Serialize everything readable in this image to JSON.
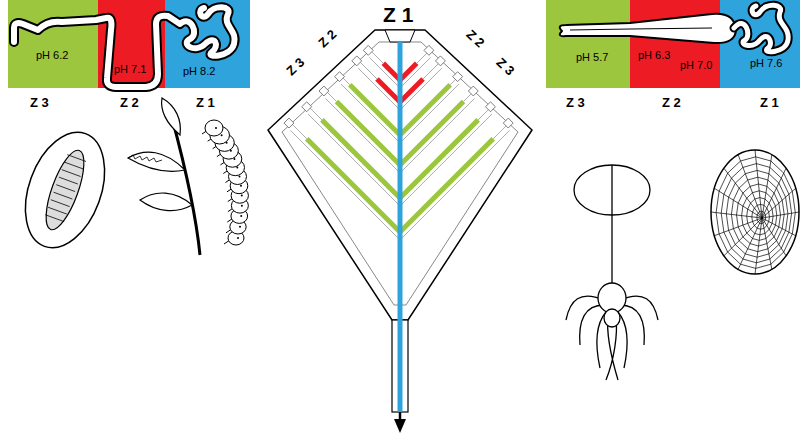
{
  "diagram": {
    "nodes": [
      {
        "text": [
          "pH 6.2"
        ]
      },
      {
        "text": [
          "pH 7.1"
        ]
      },
      {
        "text": [
          "pH 8.2"
        ]
      },
      {
        "text": [
          "pH 5.7"
        ]
      },
      {
        "text": [
          "pH 6.3",
          "pH 7.0"
        ]
      },
      {
        "text": [
          "pH 7.6"
        ]
      }
    ],
    "labels": [
      "Z 3",
      "Z 2",
      "Z 1",
      "Z 3",
      "Z 2",
      "Z 1",
      "Z 1",
      "Z 3",
      "Z 2",
      "Z 2",
      "Z 3"
    ]
  }
}
